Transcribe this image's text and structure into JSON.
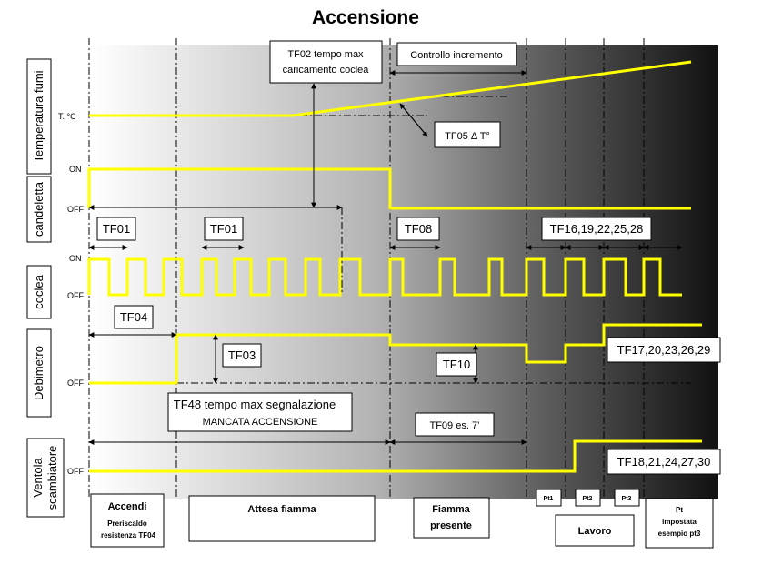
{
  "title": "Accensione",
  "rows": {
    "temperatura_fumi": "Temperatura fumi",
    "candeletta": "candeletta",
    "coclea": "coclea",
    "debimetro": "Debimetro",
    "ventola_line1": "Ventola",
    "ventola_line2": "scambiatore"
  },
  "levels": {
    "tc": "T. °C",
    "on": "ON",
    "off": "OFF"
  },
  "labels": {
    "tf02_line1": "TF02 tempo max",
    "tf02_line2": "caricamento coclea",
    "controllo": "Controllo incremento",
    "tf05": "TF05 Δ T°",
    "tf01": "TF01",
    "tf08": "TF08",
    "tf16": "TF16,19,22,25,28",
    "tf04": "TF04",
    "tf03": "TF03",
    "tf10": "TF10",
    "tf17": "TF17,20,23,26,29",
    "tf48_line1": "TF48 tempo max segnalazione",
    "tf48_line2": "MANCATA ACCENSIONE",
    "tf09": "TF09 es. 7’",
    "tf18": "TF18,21,24,27,30"
  },
  "phases": {
    "accendi": "Accendi",
    "accendi_sub1": "Preriscaldo",
    "accendi_sub2": "resistenza  TF04",
    "attesa": "Attesa fiamma",
    "fiamma_line1": "Fiamma",
    "fiamma_line2": "presente",
    "pt1": "Pt1",
    "pt2": "Pt2",
    "pt3": "Pt3",
    "lavoro": "Lavoro",
    "pt_line1": "Pt",
    "pt_line2": "impostata",
    "pt_line3": "esempio pt3"
  },
  "colors": {
    "signal": "#ffff00",
    "background_start": "#ffffff",
    "background_end": "#111111"
  }
}
